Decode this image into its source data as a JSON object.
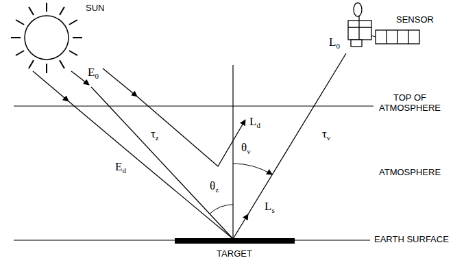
{
  "diagram": {
    "labels": [
      "SUN",
      "SENSOR",
      "L0",
      "TOP OF ATMOSPHERE",
      "E0",
      "Ld",
      "τz",
      "θv",
      "τv",
      "ATMOSPHERE",
      "Ed",
      "θz",
      "Ls",
      "EARTH SURFACE",
      "TARGET"
    ]
  }
}
